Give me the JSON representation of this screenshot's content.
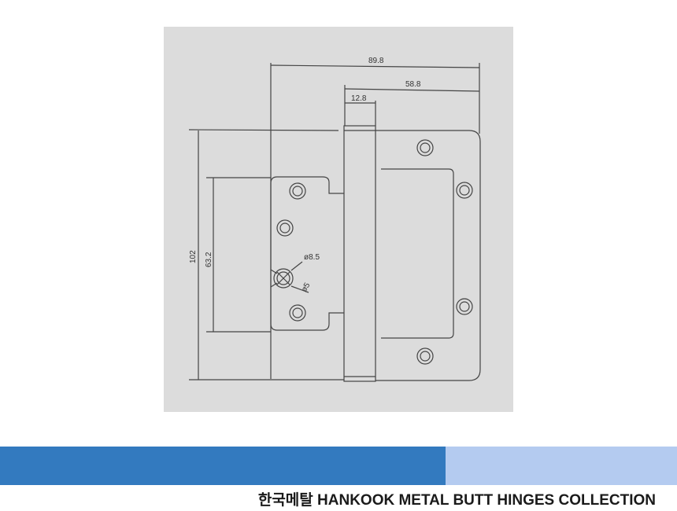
{
  "drawing": {
    "dimensions": {
      "overall_width": "89.8",
      "leaf_width": "58.8",
      "knuckle_width": "12.8",
      "overall_height": "102",
      "leaf_height": "63.2",
      "hole_diameter": "ø8.5",
      "hole_inner": "ø5"
    }
  },
  "footer": {
    "caption": "한국메탈 HANKOOK METAL BUTT HINGES COLLECTION",
    "colors": {
      "bar_dark": "#337abf",
      "bar_light": "#b4cbf0"
    }
  }
}
